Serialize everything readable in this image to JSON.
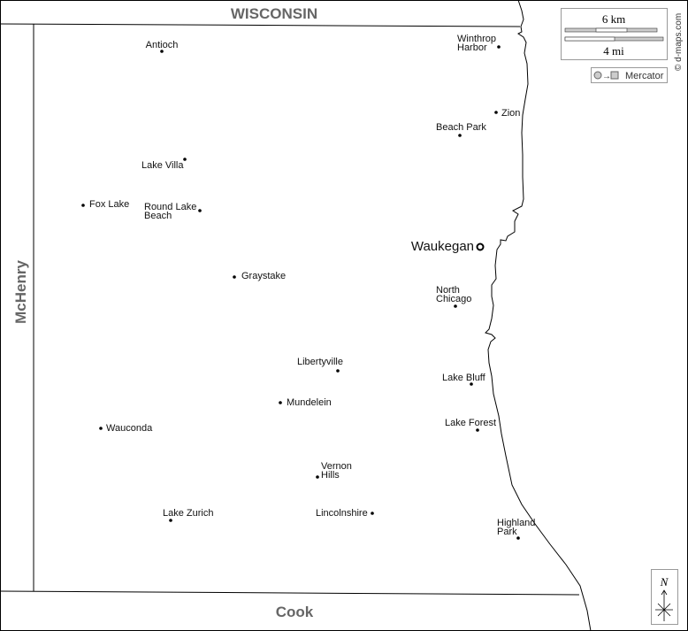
{
  "regions": {
    "north": "WISCONSIN",
    "west": "McHenry",
    "south": "Cook"
  },
  "seat": {
    "name": "Waukegan"
  },
  "cities": [
    {
      "name": "Antioch",
      "lines": [
        "Antioch"
      ]
    },
    {
      "name": "Winthrop Harbor",
      "lines": [
        "Winthrop",
        "Harbor"
      ]
    },
    {
      "name": "Zion",
      "lines": [
        "Zion"
      ]
    },
    {
      "name": "Beach Park",
      "lines": [
        "Beach Park"
      ]
    },
    {
      "name": "Lake Villa",
      "lines": [
        "Lake Villa"
      ]
    },
    {
      "name": "Fox Lake",
      "lines": [
        "Fox Lake"
      ]
    },
    {
      "name": "Round Lake Beach",
      "lines": [
        "Round Lake",
        "Beach"
      ]
    },
    {
      "name": "Graystake",
      "lines": [
        "Graystake"
      ]
    },
    {
      "name": "North Chicago",
      "lines": [
        "North",
        "Chicago"
      ]
    },
    {
      "name": "Libertyville",
      "lines": [
        "Libertyville"
      ]
    },
    {
      "name": "Lake Bluff",
      "lines": [
        "Lake Bluff"
      ]
    },
    {
      "name": "Mundelein",
      "lines": [
        "Mundelein"
      ]
    },
    {
      "name": "Wauconda",
      "lines": [
        "Wauconda"
      ]
    },
    {
      "name": "Lake Forest",
      "lines": [
        "Lake Forest"
      ]
    },
    {
      "name": "Vernon Hills",
      "lines": [
        "Vernon",
        "Hills"
      ]
    },
    {
      "name": "Lake Zurich",
      "lines": [
        "Lake Zurich"
      ]
    },
    {
      "name": "Lincolnshire",
      "lines": [
        "Lincolnshire"
      ]
    },
    {
      "name": "Highland Park",
      "lines": [
        "Highland",
        "Park"
      ]
    }
  ],
  "scale": {
    "km": "6 km",
    "mi": "4 mi"
  },
  "projection": "Mercator",
  "credit": "© d-maps.com",
  "compass": "N"
}
